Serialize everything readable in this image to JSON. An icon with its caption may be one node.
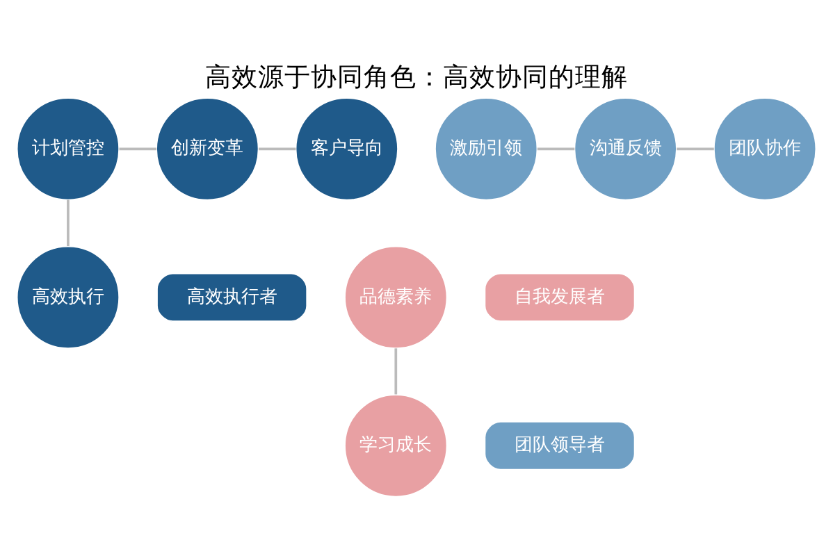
{
  "diagram": {
    "title": "高效源于协同角色：高效协同的理解",
    "nodes": [
      {
        "text": [
          "创新变革"
        ]
      },
      {
        "text": [
          "客户导向"
        ]
      },
      {
        "text": [
          "计划管控"
        ]
      },
      {
        "text": [
          "高效执行者"
        ]
      },
      {
        "text": [
          "品德素养"
        ]
      },
      {
        "text": [
          "自我发展者"
        ]
      },
      {
        "text": [
          "高效执行"
        ]
      },
      {
        "text": [
          "学习成长"
        ]
      },
      {
        "text": [
          "团队领导者"
        ]
      },
      {
        "text": [
          "激励引领"
        ]
      },
      {
        "text": [
          "团队协作"
        ]
      },
      {
        "text": [
          "沟通反馈"
        ]
      }
    ],
    "edges": [
      {
        "from": 2,
        "to": 0,
        "arrow": "none"
      },
      {
        "from": 0,
        "to": 1,
        "arrow": "none"
      },
      {
        "from": 2,
        "to": 6,
        "arrow": "none"
      },
      {
        "from": 4,
        "to": 7,
        "arrow": "none"
      },
      {
        "from": 9,
        "to": 11,
        "arrow": "none"
      },
      {
        "from": 11,
        "to": 10,
        "arrow": "none"
      }
    ]
  }
}
